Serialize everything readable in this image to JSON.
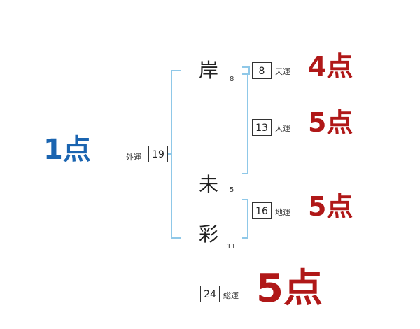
{
  "colors": {
    "bracket": "#8fc8e8",
    "score_blue": "#1a64b0",
    "score_red": "#b01818",
    "text": "#222222"
  },
  "name": {
    "chars": [
      {
        "char": "岸",
        "strokes": "8"
      },
      {
        "char": "未",
        "strokes": "5"
      },
      {
        "char": "彩",
        "strokes": "11"
      }
    ]
  },
  "fortunes": {
    "gaiun": {
      "label": "外運",
      "value": "19",
      "score": "1点"
    },
    "tenun": {
      "label": "天運",
      "value": "8",
      "score": "4点"
    },
    "jinun": {
      "label": "人運",
      "value": "13",
      "score": "5点"
    },
    "chiun": {
      "label": "地運",
      "value": "16",
      "score": "5点"
    },
    "souun": {
      "label": "総運",
      "value": "24",
      "score": "5点"
    }
  }
}
